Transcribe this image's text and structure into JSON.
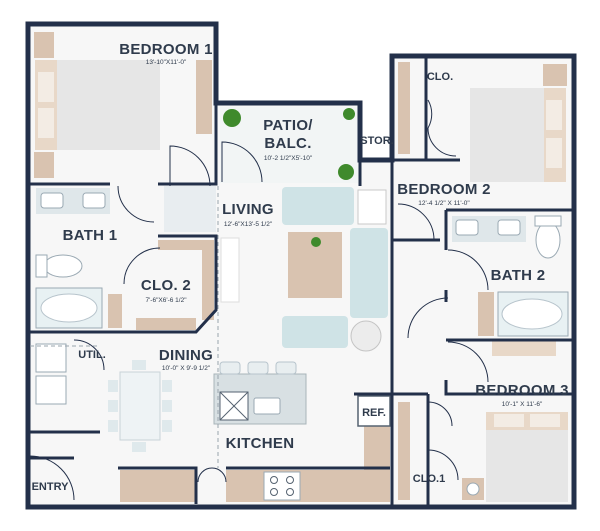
{
  "colors": {
    "wall": "#23304a",
    "floor": "#f7f7f7",
    "cabinet": "#d9c3b0",
    "sofa": "#cfe3e6",
    "table": "#d9c3b0",
    "counter": "#dfe7ea",
    "bed": "#e6e6e6",
    "pillow": "#e8d8c8",
    "plant": "#3f8a2c",
    "tub": "#e8f1f3",
    "text": "#2f3b4c"
  },
  "rooms": {
    "bedroom1": {
      "name": "BEDROOM 1",
      "dim": "13'-10\"X11'-0\""
    },
    "patio": {
      "name_line1": "PATIO/",
      "name_line2": "BALC.",
      "dim": "10'-2 1/2\"X5'-10\""
    },
    "storage": {
      "name": "STOR."
    },
    "closet_top": {
      "name": "CLO."
    },
    "bedroom2": {
      "name": "BEDROOM 2",
      "dim": "12'-4 1/2\" X 11'-0\""
    },
    "living": {
      "name": "LIVING",
      "dim": "12'-6\"X13'-5 1/2\""
    },
    "bath1": {
      "name": "BATH 1"
    },
    "closet2": {
      "name": "CLO. 2",
      "dim": "7'-6\"X6'-6 1/2\""
    },
    "bath2": {
      "name": "BATH 2"
    },
    "utility": {
      "name": "UTIL."
    },
    "dining": {
      "name": "DINING",
      "dim": "10'-0\" X 9'-9 1/2\""
    },
    "bedroom3": {
      "name": "BEDROOM 3",
      "dim": "10'-1\" X 11'-6\""
    },
    "kitchen": {
      "name": "KITCHEN"
    },
    "refrigerator": {
      "name": "REF."
    },
    "closet1": {
      "name": "CLO.1"
    },
    "entry": {
      "name": "ENTRY"
    }
  }
}
